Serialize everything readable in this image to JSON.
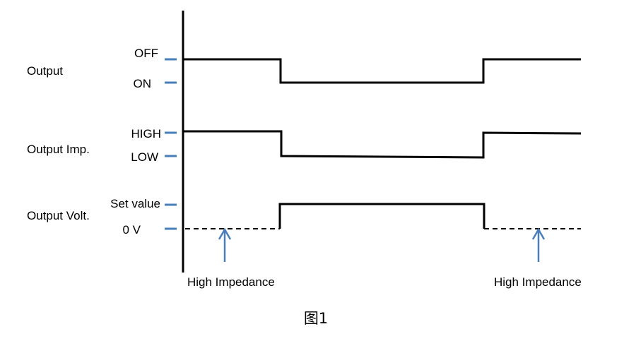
{
  "rows": {
    "output": {
      "name": "Output",
      "high": "OFF",
      "low": "ON"
    },
    "impedance": {
      "name": "Output Imp.",
      "high": "HIGH",
      "low": "LOW"
    },
    "voltage": {
      "name": "Output Volt.",
      "high": "Set value",
      "low": "0 V"
    }
  },
  "annotations": {
    "left": "High Impedance",
    "right": "High Impedance"
  },
  "caption": "图1",
  "colors": {
    "signal": "#000000",
    "tick": "#4a7ebb",
    "arrow": "#4a7ebb"
  }
}
